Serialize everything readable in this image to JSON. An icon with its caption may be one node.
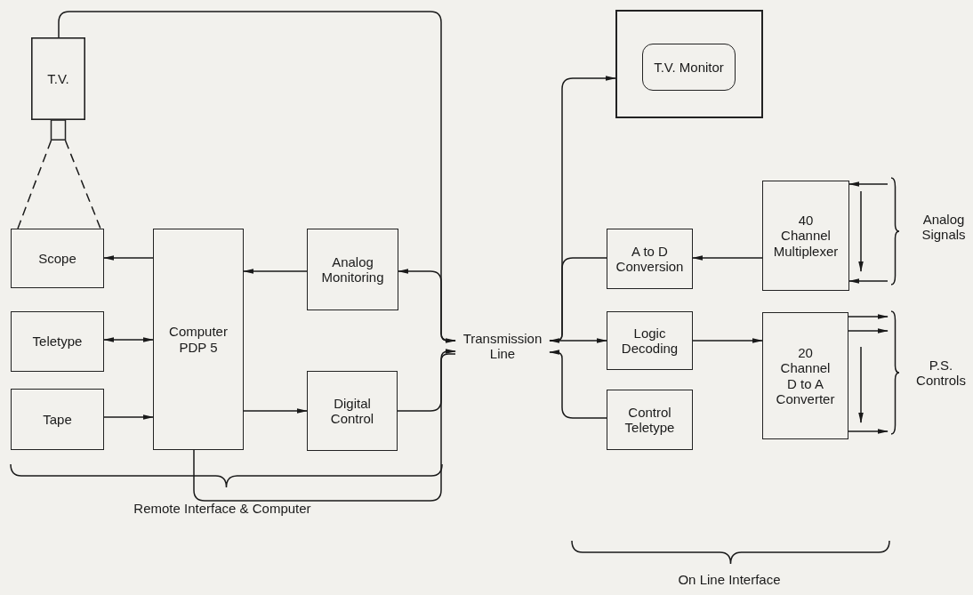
{
  "diagram": {
    "nodes": [
      {
        "text": [
          "T.V."
        ]
      },
      {
        "text": [
          "Scope"
        ]
      },
      {
        "text": [
          "Teletype"
        ]
      },
      {
        "text": [
          "Tape"
        ]
      },
      {
        "text": [
          "Computer PDP 5"
        ]
      },
      {
        "text": [
          "Analog Monitoring"
        ]
      },
      {
        "text": [
          "Digital Control"
        ]
      },
      {
        "text": [
          "Transmission Line"
        ]
      },
      {
        "text": [],
        "shape": "box"
      },
      {
        "text": [
          "T.V. Monitor"
        ],
        "in": 8
      },
      {
        "text": [
          "A to D Conversion"
        ]
      },
      {
        "text": [
          "Logic Decoding"
        ]
      },
      {
        "text": [
          "Control Teletype"
        ]
      },
      {
        "text": [
          "40 Channel Multiplexer"
        ]
      },
      {
        "text": [
          "20 Channel D to A Converter"
        ]
      }
    ],
    "edges": [
      {
        "from": 0,
        "to": 7,
        "arrow": "to"
      },
      {
        "from": 4,
        "to": 1,
        "arrow": "to"
      },
      {
        "from": 4,
        "to": 2,
        "arrow": "both"
      },
      {
        "from": 3,
        "to": 4,
        "arrow": "to"
      },
      {
        "from": 5,
        "to": 4,
        "arrow": "to"
      },
      {
        "from": 7,
        "to": 5,
        "arrow": "to"
      },
      {
        "from": 4,
        "to": 6,
        "arrow": "to"
      },
      {
        "from": 6,
        "to": 7,
        "arrow": "to"
      },
      {
        "from": 4,
        "to": 7,
        "arrow": "none"
      },
      {
        "from": 7,
        "to": 8,
        "arrow": "to"
      },
      {
        "from": 10,
        "to": 7,
        "arrow": "to"
      },
      {
        "from": 7,
        "to": 11,
        "arrow": "to"
      },
      {
        "from": 12,
        "to": 7,
        "arrow": "to"
      },
      {
        "from": 13,
        "to": 10,
        "arrow": "to"
      },
      {
        "from": 11,
        "to": 14,
        "arrow": "to"
      },
      {
        "from": 0,
        "to": 1,
        "arrow": "none",
        "style": "dashed"
      },
      {
        "from": null,
        "to": 13,
        "arrow": "to"
      },
      {
        "from": null,
        "to": 13,
        "arrow": "to"
      },
      {
        "from": 14,
        "to": null,
        "arrow": "to"
      },
      {
        "from": 14,
        "to": null,
        "arrow": "to"
      },
      {
        "from": 14,
        "to": null,
        "arrow": "to"
      }
    ],
    "labels": [
      "Analog Signals",
      "P.S. Controls",
      "Remote Interface & Computer",
      "On Line Interface"
    ]
  }
}
